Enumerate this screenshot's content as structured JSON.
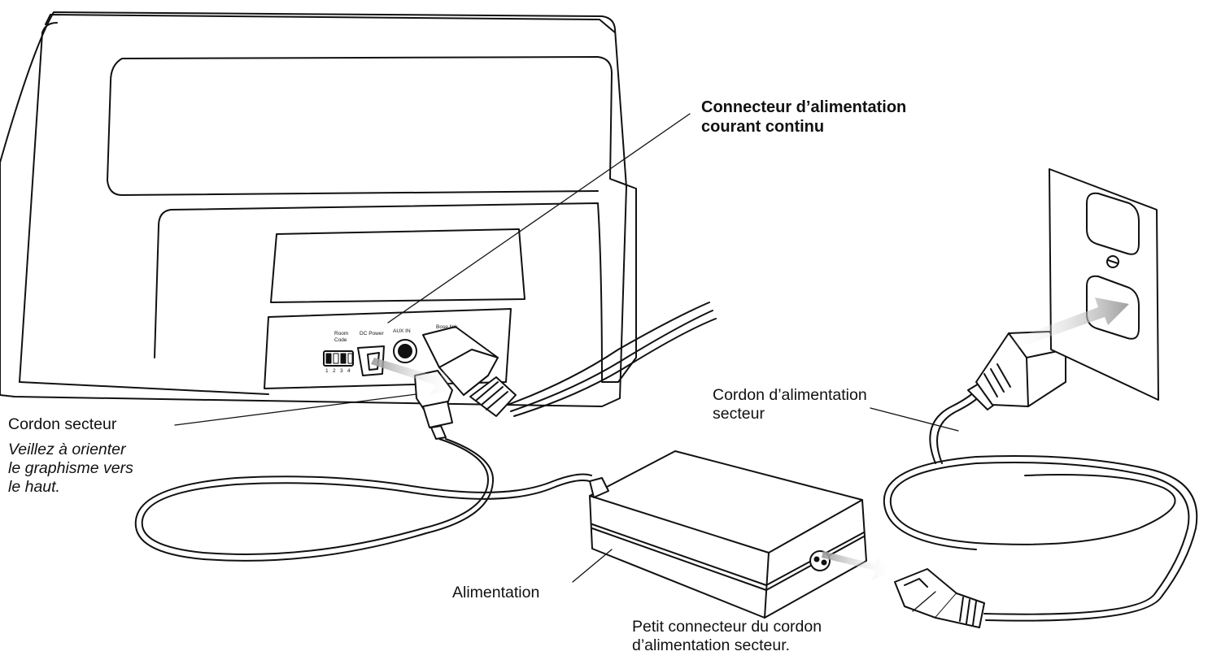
{
  "labels": {
    "dc_connector": {
      "line1": "Connecteur d’alimentation",
      "line2": "courant continu"
    },
    "mains_cord_adapter": "Cordon secteur",
    "mains_cord_note": {
      "line1": "Veillez à orienter",
      "line2": "le graphisme vers",
      "line3": "le haut."
    },
    "ac_power_cord": {
      "line1": "Cordon d’alimentation",
      "line2": "secteur"
    },
    "power_supply": "Alimentation",
    "small_connector": {
      "line1": "Petit connecteur du cordon",
      "line2": "d’alimentation secteur."
    }
  },
  "panel": {
    "room_code": {
      "line1": "Room",
      "line2": "Code"
    },
    "switch_numbers": [
      "1",
      "2",
      "3",
      "4"
    ],
    "dc_power": "DC Power",
    "aux_in": "AUX IN",
    "bose_link": "Bose link"
  }
}
